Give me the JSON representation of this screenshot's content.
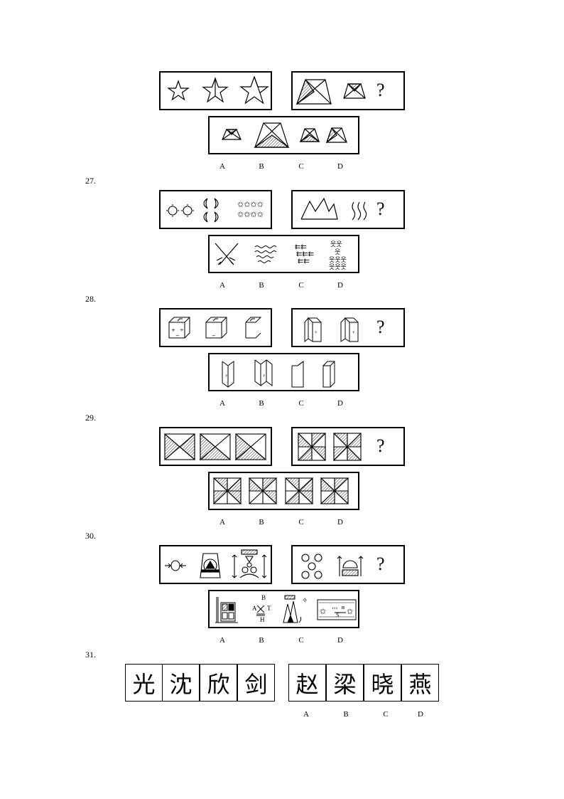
{
  "questions": [
    {
      "number": "",
      "options": [
        "A",
        "B",
        "C",
        "D"
      ],
      "question_mark": "?"
    },
    {
      "number": "27.",
      "options": [
        "A",
        "B",
        "C",
        "D"
      ],
      "question_mark": "?"
    },
    {
      "number": "28.",
      "options": [
        "A",
        "B",
        "C",
        "D"
      ],
      "question_mark": "?"
    },
    {
      "number": "29.",
      "options": [
        "A",
        "B",
        "C",
        "D"
      ],
      "question_mark": "?"
    },
    {
      "number": "30.",
      "options": [
        "A",
        "B",
        "C",
        "D"
      ],
      "question_mark": "?",
      "glyphs": [
        "B",
        "A",
        "T",
        "H",
        "S"
      ]
    },
    {
      "number": "31.",
      "options": [
        "A",
        "B",
        "C",
        "D"
      ],
      "given_chars": [
        "光",
        "沈",
        "欣",
        "剑"
      ],
      "option_chars": [
        "赵",
        "梁",
        "晓",
        "燕"
      ]
    }
  ]
}
